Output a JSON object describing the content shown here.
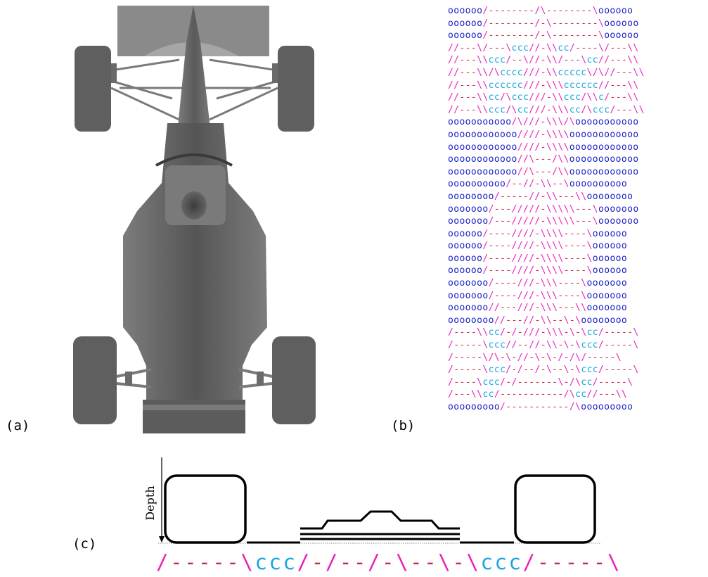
{
  "panels": {
    "a": {
      "label": "(a)"
    },
    "b": {
      "label": "(b)"
    },
    "c": {
      "label": "(c)"
    }
  },
  "depth_axis_label": "Depth",
  "ascii_rows": [
    "oooooo/--------/\\--------\\oooooo",
    "oooooo/--------/-\\--------\\oooooo",
    "oooooo/--------/-\\--------\\oooooo",
    "//---\\/---\\ccc//-\\\\cc/----\\/---\\\\",
    "//---\\\\ccc/--\\//-\\\\/---\\cc//---\\\\",
    "//---\\\\/\\cccc///-\\\\ccccc\\/\\//---\\\\",
    "//---\\\\cccccc///-\\\\\\cccccc//---\\\\",
    "//---\\\\cc/\\ccc///-\\\\ccc/\\\\c/---\\\\",
    "//---\\\\ccc/\\cc///-\\\\\\cc/\\ccc/---\\\\",
    "ooooooooooo/\\///-\\\\\\/\\ooooooooooo",
    "oooooooooooo////-\\\\\\\\oooooooooooo",
    "oooooooooooo////-\\\\\\\\oooooooooooo",
    "oooooooooooo//\\---/\\\\oooooooooooo",
    "oooooooooooo//\\---/\\\\oooooooooooo",
    "oooooooooo/--//-\\\\--\\oooooooooo",
    "oooooooo/-----//-\\\\---\\\\oooooooo",
    "ooooooo/---/////-\\\\\\\\\\---\\ooooooo",
    "ooooooo/---/////-\\\\\\\\\\---\\ooooooo",
    "oooooo/----////-\\\\\\\\----\\oooooo",
    "oooooo/----////-\\\\\\\\----\\oooooo",
    "oooooo/----////-\\\\\\\\----\\oooooo",
    "oooooo/----////-\\\\\\\\----\\oooooo",
    "ooooooo/----///-\\\\\\----\\ooooooo",
    "ooooooo/----///-\\\\\\----\\ooooooo",
    "ooooooo//---///-\\\\\\---\\\\ooooooo",
    "oooooooo//---//-\\\\--\\-\\oooooooo",
    "/----\\\\cc/-/-///-\\\\\\-\\-\\cc/-----\\",
    "/-----\\ccc//--//-\\\\-\\-\\ccc/-----\\",
    "/-----\\/\\-\\-//-\\-\\-/-/\\/-----\\",
    "/-----\\ccc/-/--/-\\--\\-\\ccc/-----\\",
    "/----\\ccc/-/-------\\-/\\cc/-----\\",
    "/---\\\\cc/-----------/\\cc//---\\\\",
    "ooooooooo/-----------/\\ooooooooo"
  ],
  "legend_string": "/-----\\ccc/-/--/-\\--\\-\\ccc/-----\\",
  "colors": {
    "slash": "#e91fb8",
    "dash": "#c82a46",
    "o": "#1a22c4",
    "c": "#1aa6e0",
    "car_body": "#6e6e6e",
    "car_body_dark": "#4a4a4a",
    "tire": "#5a5a5a"
  }
}
